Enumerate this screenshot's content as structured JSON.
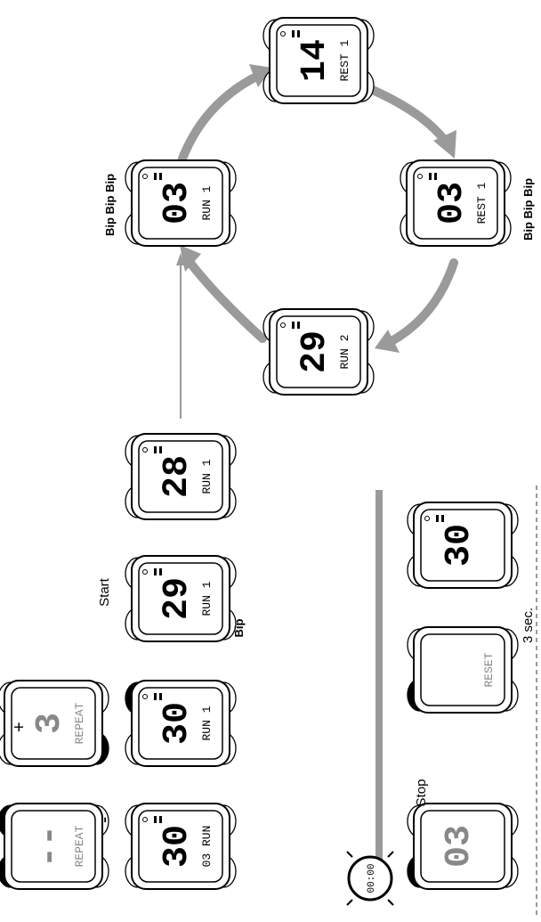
{
  "labels": {
    "bip_left": "Bip Bip Bip",
    "bip_right": "Bip Bip Bip",
    "bip": "Bip",
    "start": "Start",
    "stop": "Stop",
    "three_sec": "3 sec.",
    "plus": "+",
    "minus": "-"
  },
  "watches": {
    "run1_top_left": {
      "digits": "03",
      "text": "RUN 1"
    },
    "rest1_top": {
      "digits": "14",
      "text": "REST 1"
    },
    "rest1_right": {
      "digits": "03",
      "text": "REST 1"
    },
    "run2": {
      "digits": "29",
      "text": "RUN 2"
    },
    "run1_28": {
      "digits": "28",
      "text": "RUN 1"
    },
    "run1_29": {
      "digits": "29",
      "text": "RUN 1"
    },
    "run1_30": {
      "digits": "30",
      "text": "RUN 1"
    },
    "rep_03": {
      "digits": "30",
      "text": "03 RUN"
    },
    "repeat_blank": {
      "digits": "--",
      "text": "REPEAT"
    },
    "repeat_3": {
      "digits": "3",
      "text": "REPEAT"
    },
    "stop_time": {
      "digits": "03",
      "text": ""
    },
    "reset": {
      "digits": "",
      "text": "RESET"
    },
    "cleared": {
      "digits": "30",
      "text": ""
    }
  },
  "timer_icon": {
    "text": "00:00"
  }
}
